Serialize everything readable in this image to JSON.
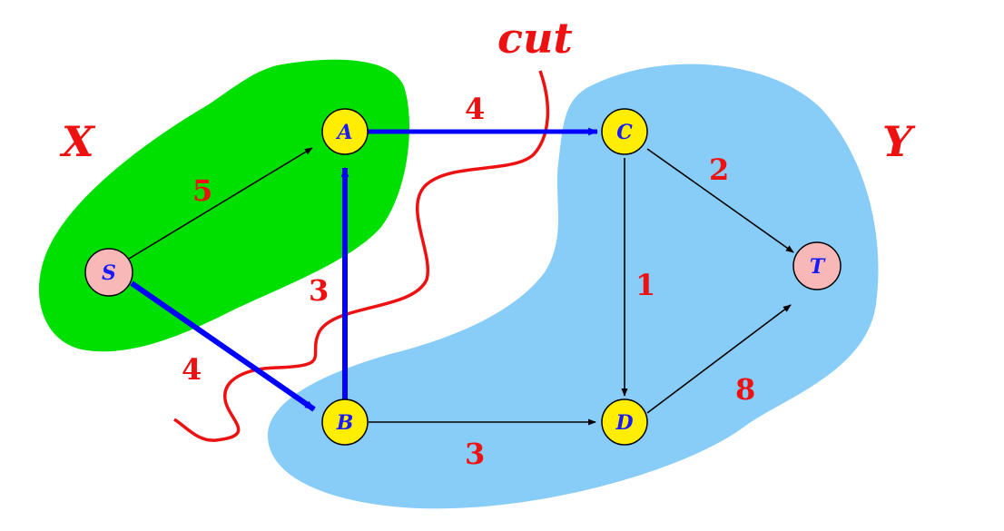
{
  "colors": {
    "set_x_fill": "#00e000",
    "set_y_fill": "#88ccf8",
    "inner_node_fill": "#ffee00",
    "terminal_node_fill": "#f8b8b8",
    "node_text": "#1a1aff",
    "label_red": "#ee1111",
    "cut_edge": "#0000ff",
    "normal_edge": "#000000",
    "cut_curve": "#ee1111"
  },
  "labels": {
    "set_x": "X",
    "set_y": "Y",
    "cut": "cut"
  },
  "nodes": [
    {
      "id": "S",
      "label": "S",
      "type": "terminal"
    },
    {
      "id": "A",
      "label": "A",
      "type": "inner"
    },
    {
      "id": "B",
      "label": "B",
      "type": "inner"
    },
    {
      "id": "C",
      "label": "C",
      "type": "inner"
    },
    {
      "id": "D",
      "label": "D",
      "type": "inner"
    },
    {
      "id": "T",
      "label": "T",
      "type": "terminal"
    }
  ],
  "edges": [
    {
      "from": "S",
      "to": "A",
      "capacity": "5",
      "crosses_cut": false
    },
    {
      "from": "S",
      "to": "B",
      "capacity": "4",
      "crosses_cut": true
    },
    {
      "from": "B",
      "to": "A",
      "capacity": "3",
      "crosses_cut": true
    },
    {
      "from": "A",
      "to": "C",
      "capacity": "4",
      "crosses_cut": true
    },
    {
      "from": "B",
      "to": "D",
      "capacity": "3",
      "crosses_cut": false
    },
    {
      "from": "C",
      "to": "D",
      "capacity": "1",
      "crosses_cut": false
    },
    {
      "from": "C",
      "to": "T",
      "capacity": "2",
      "crosses_cut": false
    },
    {
      "from": "D",
      "to": "T",
      "capacity": "8",
      "crosses_cut": false
    }
  ]
}
